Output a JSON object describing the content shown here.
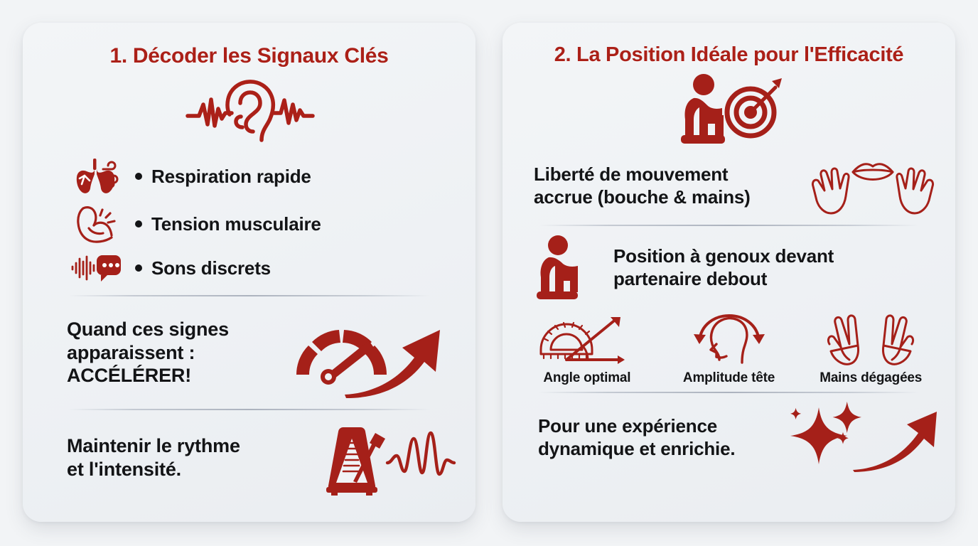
{
  "theme": {
    "accent": "#ab2018",
    "accent_dark": "#8e1c15",
    "text": "#131416",
    "card_bg": "#eff2f5",
    "page_bg": "#f2f4f6"
  },
  "cards": [
    {
      "id": "signals",
      "title": "1. Décoder les Signaux Clés",
      "hero_icon": "ear-soundwave-icon",
      "bullets": [
        {
          "icon": "lungs-breath-icon",
          "text": "Respiration rapide"
        },
        {
          "icon": "flexed-muscle-tension-icon",
          "text": "Tension musculaire"
        },
        {
          "icon": "soundwave-speech-bubble-icon",
          "text": "Sons discrets"
        }
      ],
      "statement": {
        "lines": [
          "Quand ces signes",
          "apparaissent :",
          "ACCÉLÉRER!"
        ],
        "icon": "speedometer-rising-arrow-icon"
      },
      "footer": {
        "lines": [
          "Maintenir le rythme",
          "et l'intensité."
        ],
        "icon": "metronome-waveform-icon"
      }
    },
    {
      "id": "position",
      "title": "2. La Position Idéale pour l'Efficacité",
      "hero_icon": "kneeling-person-target-icon",
      "statement_one": {
        "lines": [
          "Liberté de mouvement",
          "accrue (bouche & mains)"
        ],
        "icon": "lips-open-hands-icon"
      },
      "statement_two": {
        "lines": [
          "Position à genoux devant",
          "partenaire debout"
        ],
        "icon": "kneeling-person-icon"
      },
      "features": [
        {
          "icon": "protractor-angle-icon",
          "label": "Angle optimal"
        },
        {
          "icon": "head-rotation-arc-icon",
          "label": "Amplitude tête"
        },
        {
          "icon": "open-palms-icon",
          "label": "Mains dégagées"
        }
      ],
      "footer": {
        "lines": [
          "Pour une expérience",
          "dynamique et enrichie."
        ],
        "icon": "sparkles-rising-arrow-icon"
      }
    }
  ]
}
